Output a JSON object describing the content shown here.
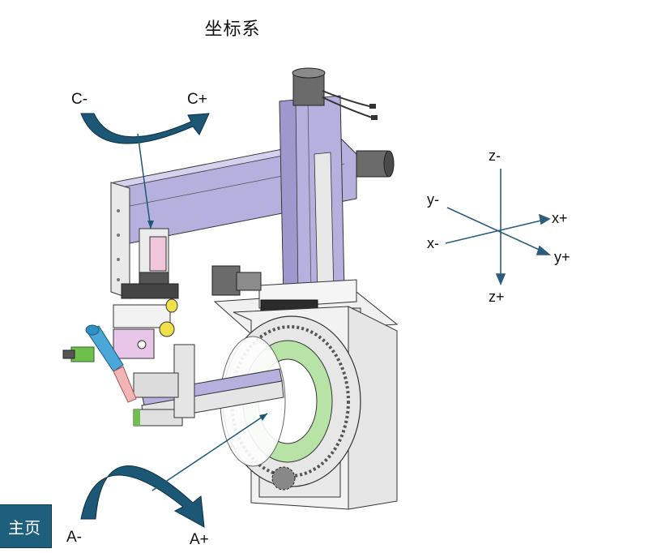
{
  "title": "坐标系",
  "rotation_labels": {
    "c_minus": "C-",
    "c_plus": "C+",
    "a_minus": "A-",
    "a_plus": "A+"
  },
  "axes": {
    "z_minus": "z-",
    "z_plus": "z+",
    "y_minus": "y-",
    "y_plus": "y+",
    "x_minus": "x-",
    "x_plus": "x+"
  },
  "home_button": "主页",
  "colors": {
    "arrow_fill": "#1c5876",
    "rail_purple": "#b6b0de",
    "motor_grey": "#6b6b6b",
    "ring_green": "#b8e3a6",
    "button_bg": "#1f5f7e"
  }
}
